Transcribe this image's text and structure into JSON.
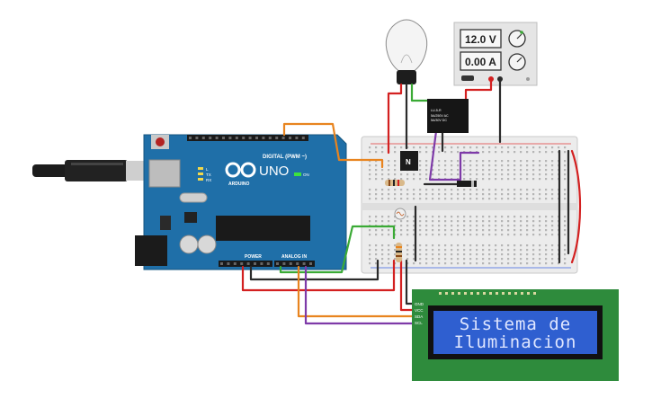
{
  "arduino": {
    "logo_text": "UNO",
    "brand_text": "ARDUINO",
    "digital_label": "DIGITAL (PWM ~)",
    "power_label": "POWER",
    "analog_label": "ANALOG IN",
    "on_label": "ON",
    "tx_label": "TX",
    "rx_label": "RX",
    "l_label": "L",
    "board_color": "#1f6fa8"
  },
  "power_supply": {
    "voltage": "12.0 V",
    "current": "0.00 A"
  },
  "lcd": {
    "line1": "Sistema de",
    "line2": "Iluminacion",
    "pins": [
      "GND",
      "VCC",
      "SDA",
      "SCL"
    ],
    "backlight_color": "#2f5fd0"
  },
  "relay": {
    "label_line1": "LU-5-R",
    "label_line2": "5A/250V AC",
    "label_line3": "5A/30V DC"
  },
  "transistor": {
    "label": "N"
  },
  "wire_colors": {
    "red": "#d32020",
    "black": "#2b2b2b",
    "orange": "#e8841f",
    "green": "#3aaa35",
    "purple": "#7e3aa8"
  }
}
